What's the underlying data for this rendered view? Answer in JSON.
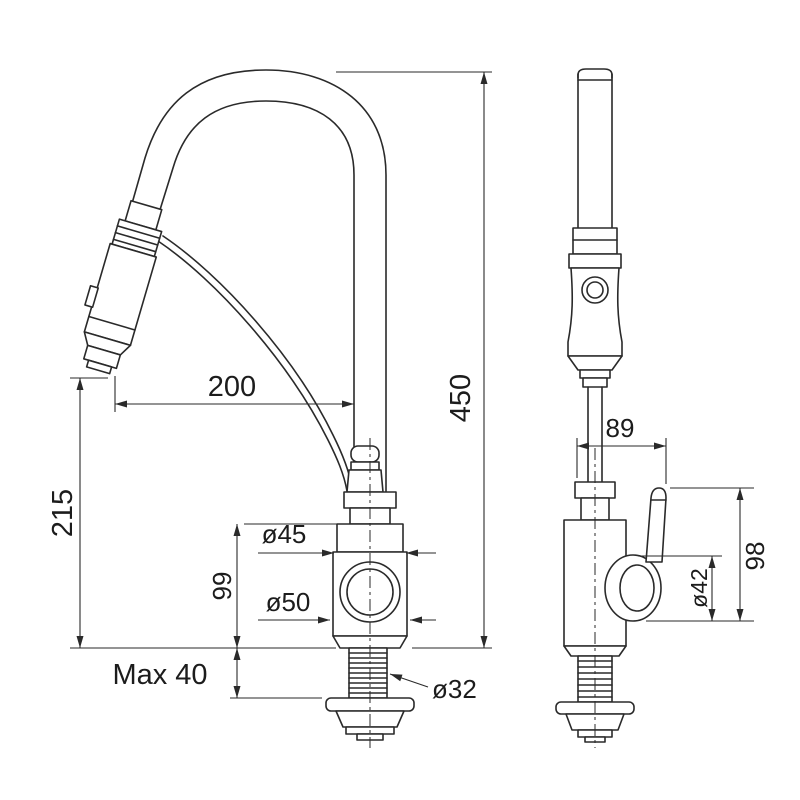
{
  "colors": {
    "line": "#2a2a2a",
    "background": "#ffffff"
  },
  "side_view": {
    "dims": {
      "overall_height": "450",
      "spout_reach": "200",
      "outlet_height": "215",
      "body_height": "99",
      "top_flange_diameter": "ø45",
      "body_diameter": "ø50",
      "max_deck_thickness": "Max 40",
      "shank_diameter": "ø32"
    }
  },
  "front_view": {
    "dims": {
      "body_to_handle_width": "89",
      "handle_section_height": "98",
      "handle_joint_diameter": "ø42"
    }
  }
}
